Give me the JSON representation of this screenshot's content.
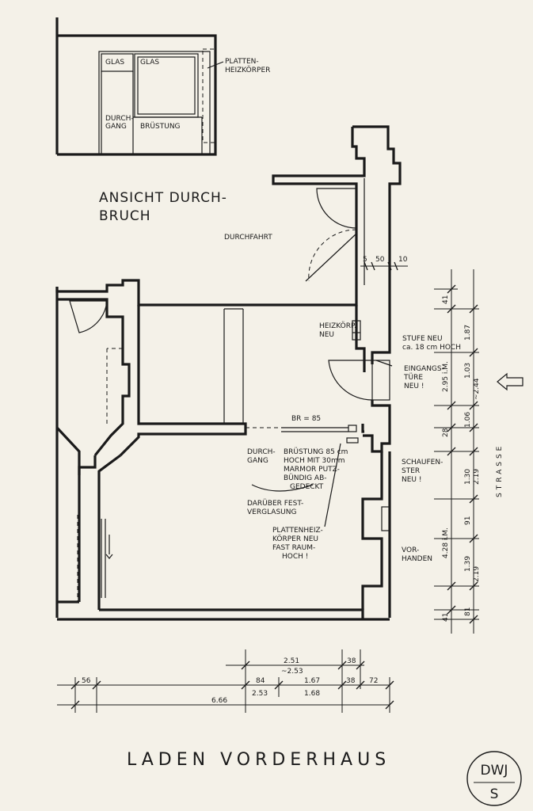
{
  "elevation": {
    "title_line1": "ANSICHT DURCH-",
    "title_line2": "BRUCH",
    "labels": {
      "glas_small": "GLAS",
      "glas_large": "GLAS",
      "durchgang_1": "DURCH-",
      "durchgang_2": "GANG",
      "bruestung": "BRÜSTUNG",
      "heizkoerper_1": "PLATTEN-",
      "heizkoerper_2": "HEIZKÖRPER"
    }
  },
  "plan": {
    "durchfahrt": "DURCHFAHRT",
    "heizkoerp_1": "HEIZKÖRP.",
    "heizkoerp_2": "NEU",
    "stufe_1": "STUFE NEU",
    "stufe_2": "ca. 18 cm HOCH",
    "eingang_1": "EINGANGS-",
    "eingang_2": "TÜRE",
    "eingang_3": "NEU !",
    "br": "BR = 85",
    "durchgang_1": "DURCH-",
    "durchgang_2": "GANG",
    "bruestung_1": "BRÜSTUNG 85 cm",
    "bruestung_2": "HOCH MIT 30mm",
    "bruestung_3": "MARMOR PUTZ-",
    "bruestung_4": "BÜNDIG AB-",
    "bruestung_5": "GEDECKT",
    "darueber_1": "DARÜBER FEST-",
    "darueber_2": "VERGLASUNG",
    "platten_1": "PLATTENHEIZ-",
    "platten_2": "KÖRPER NEU",
    "platten_3": "FAST RAUM-",
    "platten_4": "HOCH !",
    "schaufenster_1": "SCHAUFEN-",
    "schaufenster_2": "STER",
    "schaufenster_3": "NEU !",
    "vorhanden_1": "VOR-",
    "vorhanden_2": "HANDEN",
    "strasse": "STRASSE"
  },
  "dims_top": {
    "d5": "5",
    "d50": "50",
    "d10": "10"
  },
  "dims_right": {
    "d41a": "41",
    "d187": "1.87",
    "d295": "2.95 i.M.",
    "d103": "1.03",
    "d244": "~2.44",
    "d106": "1.06",
    "d28": "28",
    "d130": "1.30",
    "d219a": "2.19",
    "d91": "91",
    "d428": "4.28 i.M.",
    "d139": "1.39",
    "d219b": "2.19",
    "d41b": "41",
    "d81": "81"
  },
  "dims_bottom": {
    "d251": "2.51",
    "d253a": "~2.53",
    "d38a": "38",
    "d56": "56",
    "d84": "84",
    "d167": "1.67",
    "d38b": "38",
    "d72": "72",
    "d253b": "2.53",
    "d168": "1.68",
    "d666": "6.66"
  },
  "footer": {
    "title": "LADEN VORDERHAUS",
    "stamp_top": "DWJ",
    "stamp_bottom": "S"
  }
}
